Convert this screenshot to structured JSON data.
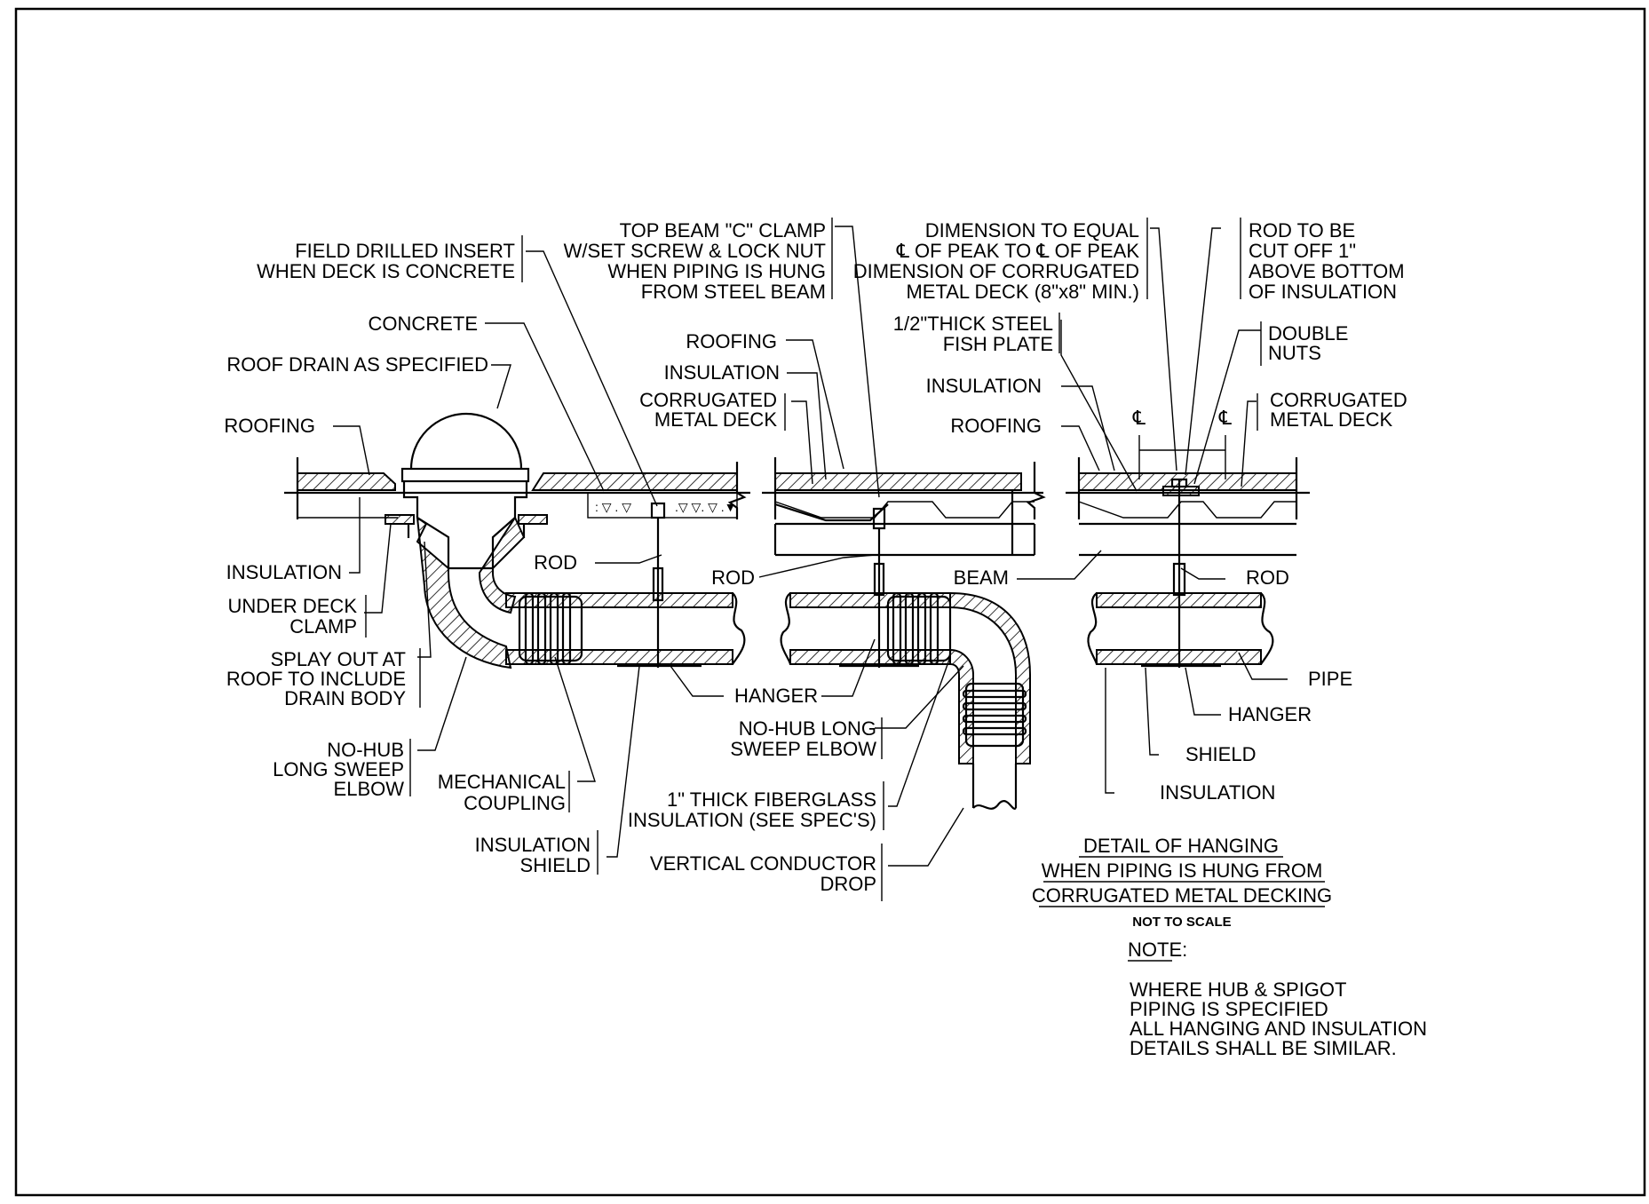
{
  "labels": {
    "field_drilled_insert_1": "FIELD DRILLED INSERT",
    "field_drilled_insert_2": "WHEN DECK IS CONCRETE",
    "top_beam_1": "TOP BEAM \"C\" CLAMP",
    "top_beam_2": "W/SET SCREW & LOCK NUT",
    "top_beam_3": "WHEN PIPING IS HUNG",
    "top_beam_4": "FROM STEEL BEAM",
    "dimension_1": "DIMENSION TO EQUAL",
    "dimension_2": "℄ OF PEAK TO ℄ OF PEAK",
    "dimension_3": "DIMENSION OF CORRUGATED",
    "dimension_4": "METAL DECK (8\"x8\" MIN.)",
    "rod_cut_1": "ROD TO BE",
    "rod_cut_2": "CUT OFF 1\"",
    "rod_cut_3": "ABOVE BOTTOM",
    "rod_cut_4": "OF INSULATION",
    "concrete": "CONCRETE",
    "roofing_mid": "ROOFING",
    "fish_plate_1": "1/2\"THICK STEEL",
    "fish_plate_2": "FISH PLATE",
    "double_nuts_1": "DOUBLE",
    "double_nuts_2": "NUTS",
    "roof_drain": "ROOF DRAIN AS SPECIFIED",
    "insulation_mid": "INSULATION",
    "insulation_right": "INSULATION",
    "corrugated_mid_1": "CORRUGATED",
    "corrugated_mid_2": "METAL DECK",
    "corrugated_right_1": "CORRUGATED",
    "corrugated_right_2": "METAL DECK",
    "roofing_left": "ROOFING",
    "roofing_right": "ROOFING",
    "centerline_1": "℄",
    "centerline_2": "℄",
    "insulation_left": "INSULATION",
    "rod_left": "ROD",
    "rod_mid": "ROD",
    "beam": "BEAM",
    "rod_right": "ROD",
    "under_deck_1": "UNDER DECK",
    "under_deck_2": "CLAMP",
    "splay_1": "SPLAY OUT AT",
    "splay_2": "ROOF TO INCLUDE",
    "splay_3": "DRAIN BODY",
    "pipe": "PIPE",
    "hanger_mid": "HANGER",
    "hanger_right": "HANGER",
    "nohub_left_1": "NO-HUB",
    "nohub_left_2": "LONG SWEEP",
    "nohub_left_3": "ELBOW",
    "nohub_mid_1": "NO-HUB LONG",
    "nohub_mid_2": "SWEEP ELBOW",
    "shield": "SHIELD",
    "mech_coupling_1": "MECHANICAL",
    "mech_coupling_2": "COUPLING",
    "insulation_bottom": "INSULATION",
    "fiberglass_1": "1\" THICK FIBERGLASS",
    "fiberglass_2": "INSULATION (SEE SPEC'S)",
    "insulation_shield_1": "INSULATION",
    "insulation_shield_2": "SHIELD",
    "vertical_drop_1": "VERTICAL CONDUCTOR",
    "vertical_drop_2": "DROP"
  },
  "detail_title": {
    "line1": "DETAIL OF HANGING",
    "line2": "WHEN PIPING IS HUNG FROM",
    "line3": "CORRUGATED METAL DECKING",
    "scale": "NOT TO SCALE"
  },
  "note": {
    "heading": "NOTE:",
    "line1": "WHERE HUB & SPIGOT",
    "line2": "PIPING IS SPECIFIED",
    "line3": "ALL HANGING AND INSULATION",
    "line4": "DETAILS SHALL BE SIMILAR."
  }
}
